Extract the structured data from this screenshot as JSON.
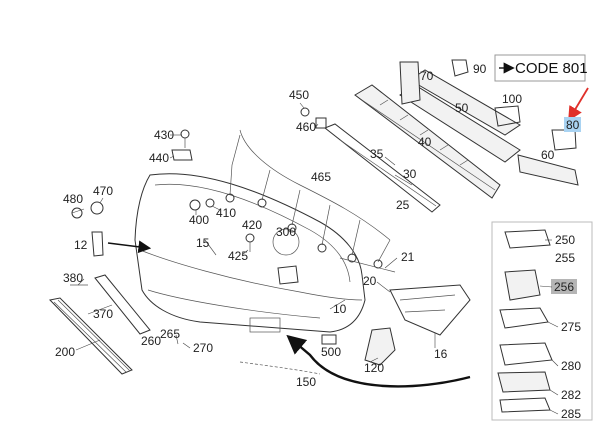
{
  "code_box": {
    "text": "CODE 801"
  },
  "callouts": {
    "c10": "10",
    "c12": "12",
    "c15": "15",
    "c16": "16",
    "c20": "20",
    "c21": "21",
    "c25": "25",
    "c30": "30",
    "c35": "35",
    "c40": "40",
    "c50": "50",
    "c60": "60",
    "c70": "70",
    "c80": "80",
    "c90": "90",
    "c100": "100",
    "c120": "120",
    "c150": "150",
    "c200": "200",
    "c250": "250",
    "c255": "255",
    "c256": "256",
    "c260": "260",
    "c265": "265",
    "c270": "270",
    "c275": "275",
    "c280": "280",
    "c282": "282",
    "c285": "285",
    "c300": "300",
    "c370": "370",
    "c380": "380",
    "c400": "400",
    "c410": "410",
    "c420": "420",
    "c425": "425",
    "c430": "430",
    "c440": "440",
    "c450": "450",
    "c460": "460",
    "c465": "465",
    "c470": "470",
    "c480": "480",
    "c500": "500"
  },
  "colors": {
    "highlight_blue": "#a9d3f2",
    "highlight_gray": "#b5b5b5",
    "arrow_red": "#e0302a",
    "line_dark": "#333333"
  }
}
